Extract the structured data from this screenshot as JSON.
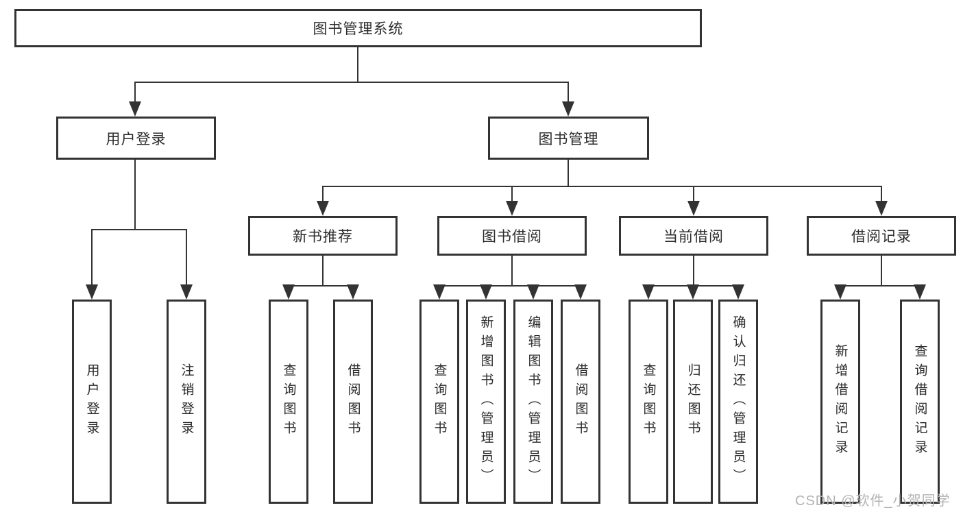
{
  "nodes": {
    "root": "图书管理系统",
    "user_login": "用户登录",
    "book_mgmt": "图书管理",
    "new_book_rec": "新书推荐",
    "book_borrow": "图书借阅",
    "current_borrow": "当前借阅",
    "borrow_records": "借阅记录",
    "leaves": {
      "user_login": [
        "用户登录",
        "注销登录"
      ],
      "new_book_rec": [
        "查询图书",
        "借阅图书"
      ],
      "book_borrow": [
        "查询图书",
        "新增图书（管理员）",
        "编辑图书（管理员）",
        "借阅图书"
      ],
      "current_borrow": [
        "查询图书",
        "归还图书",
        "确认归还（管理员）"
      ],
      "borrow_records": [
        "新增借阅记录",
        "查询借阅记录"
      ]
    }
  },
  "watermark": "CSDN @软件_小贺同学",
  "colors": {
    "line": "#333333",
    "box_border": "#333333",
    "text": "#2b2b2b",
    "watermark": "#b3b3b3",
    "background": "#ffffff"
  }
}
